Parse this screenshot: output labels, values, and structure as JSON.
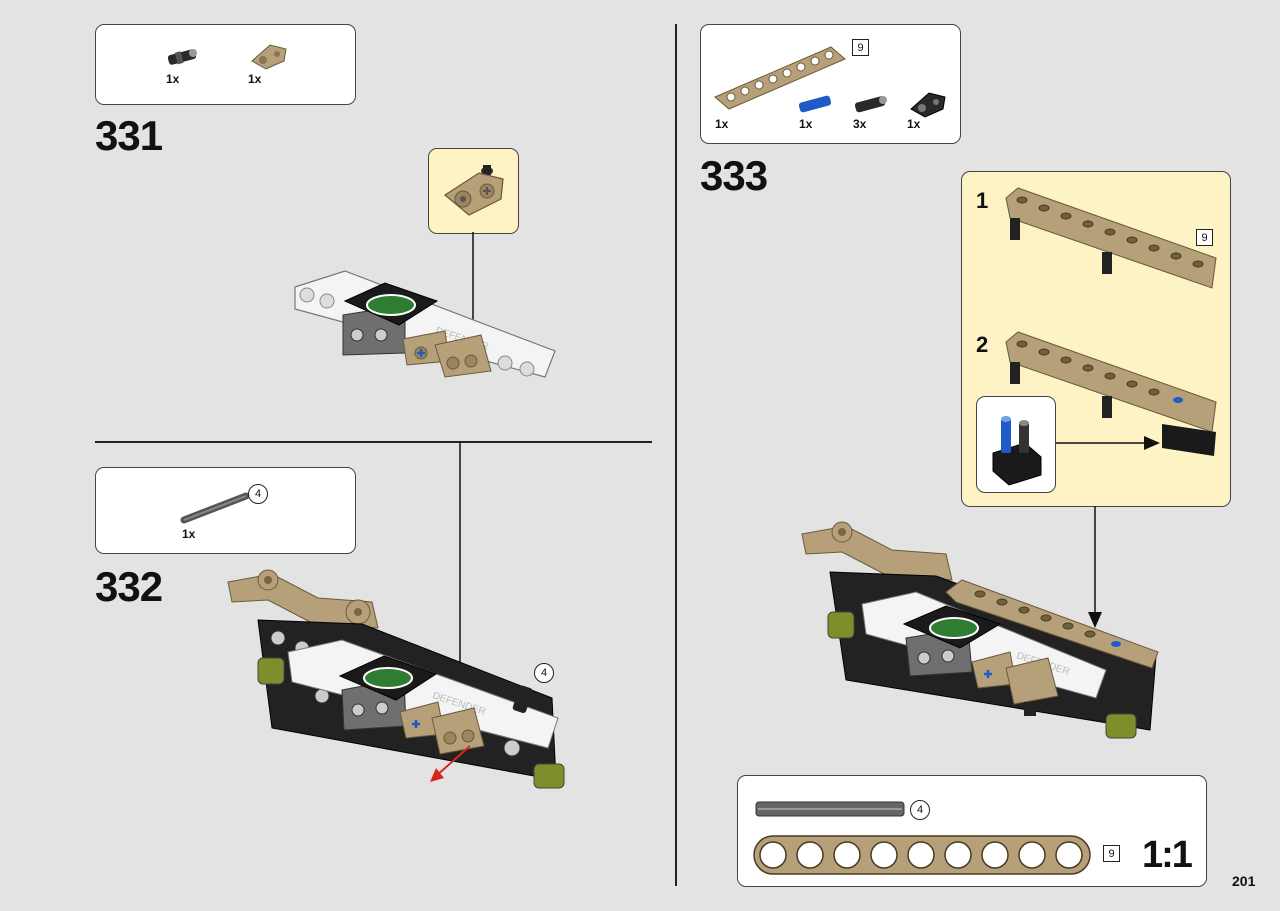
{
  "page": {
    "number": "201",
    "scale_label": "1:1"
  },
  "steps": [
    {
      "number": "331",
      "parts": [
        {
          "name": "connector-pin-black",
          "qty": "1x"
        },
        {
          "name": "tan-cross-block",
          "qty": "1x"
        }
      ]
    },
    {
      "number": "332",
      "parts": [
        {
          "name": "axle-gray",
          "qty": "1x",
          "length": "4"
        }
      ],
      "assembly_axle_length": "4"
    },
    {
      "number": "333",
      "parts": [
        {
          "name": "tan-beam",
          "qty": "1x",
          "length": "9"
        },
        {
          "name": "blue-pin",
          "qty": "1x"
        },
        {
          "name": "black-pin",
          "qty": "3x"
        },
        {
          "name": "black-connector",
          "qty": "1x"
        }
      ],
      "substeps": [
        {
          "number": "1",
          "beam_length": "9"
        },
        {
          "number": "2"
        }
      ]
    }
  ],
  "scale_reference": {
    "axle_length": "4",
    "beam_length": "9"
  },
  "colors": {
    "tan": "#b5a07a",
    "callout": "#fdf3c4",
    "background": "#e3e3e3",
    "arrow_red": "#d9261c"
  }
}
